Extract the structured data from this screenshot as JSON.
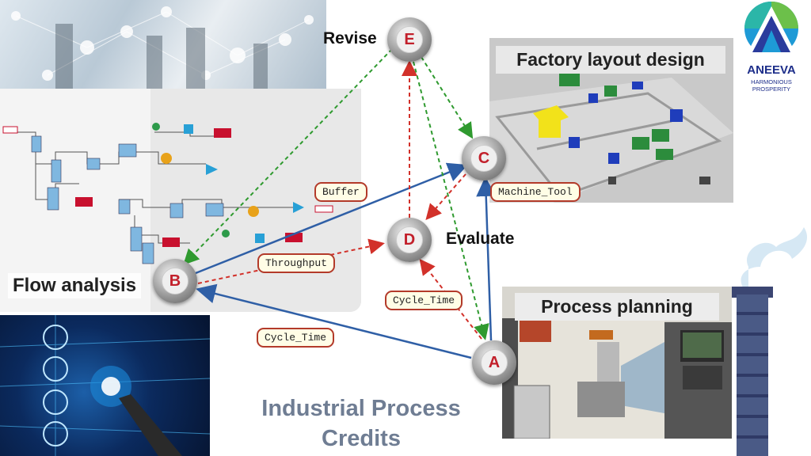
{
  "panels": {
    "flow_title": "Flow analysis",
    "factory_title": "Factory layout design",
    "process_title": "Process planning"
  },
  "nodes": {
    "A": "A",
    "B": "B",
    "C": "C",
    "D": "D",
    "E": "E",
    "E_label": "Revise",
    "D_label": "Evaluate"
  },
  "tags": {
    "buffer": "Buffer",
    "machine_tool": "Machine_Tool",
    "throughput": "Throughput",
    "cycle_time_1": "Cycle_Time",
    "cycle_time_2": "Cycle_Time"
  },
  "footer": {
    "line1": "Industrial Process",
    "line2": "Credits"
  },
  "logo": {
    "name": "ANEEVA",
    "tagline": "HARMONIOUS PROSPERITY"
  },
  "colors": {
    "blue_edge": "#2f5fa6",
    "red_edge": "#d2312a",
    "green_edge": "#2f9a2f"
  }
}
